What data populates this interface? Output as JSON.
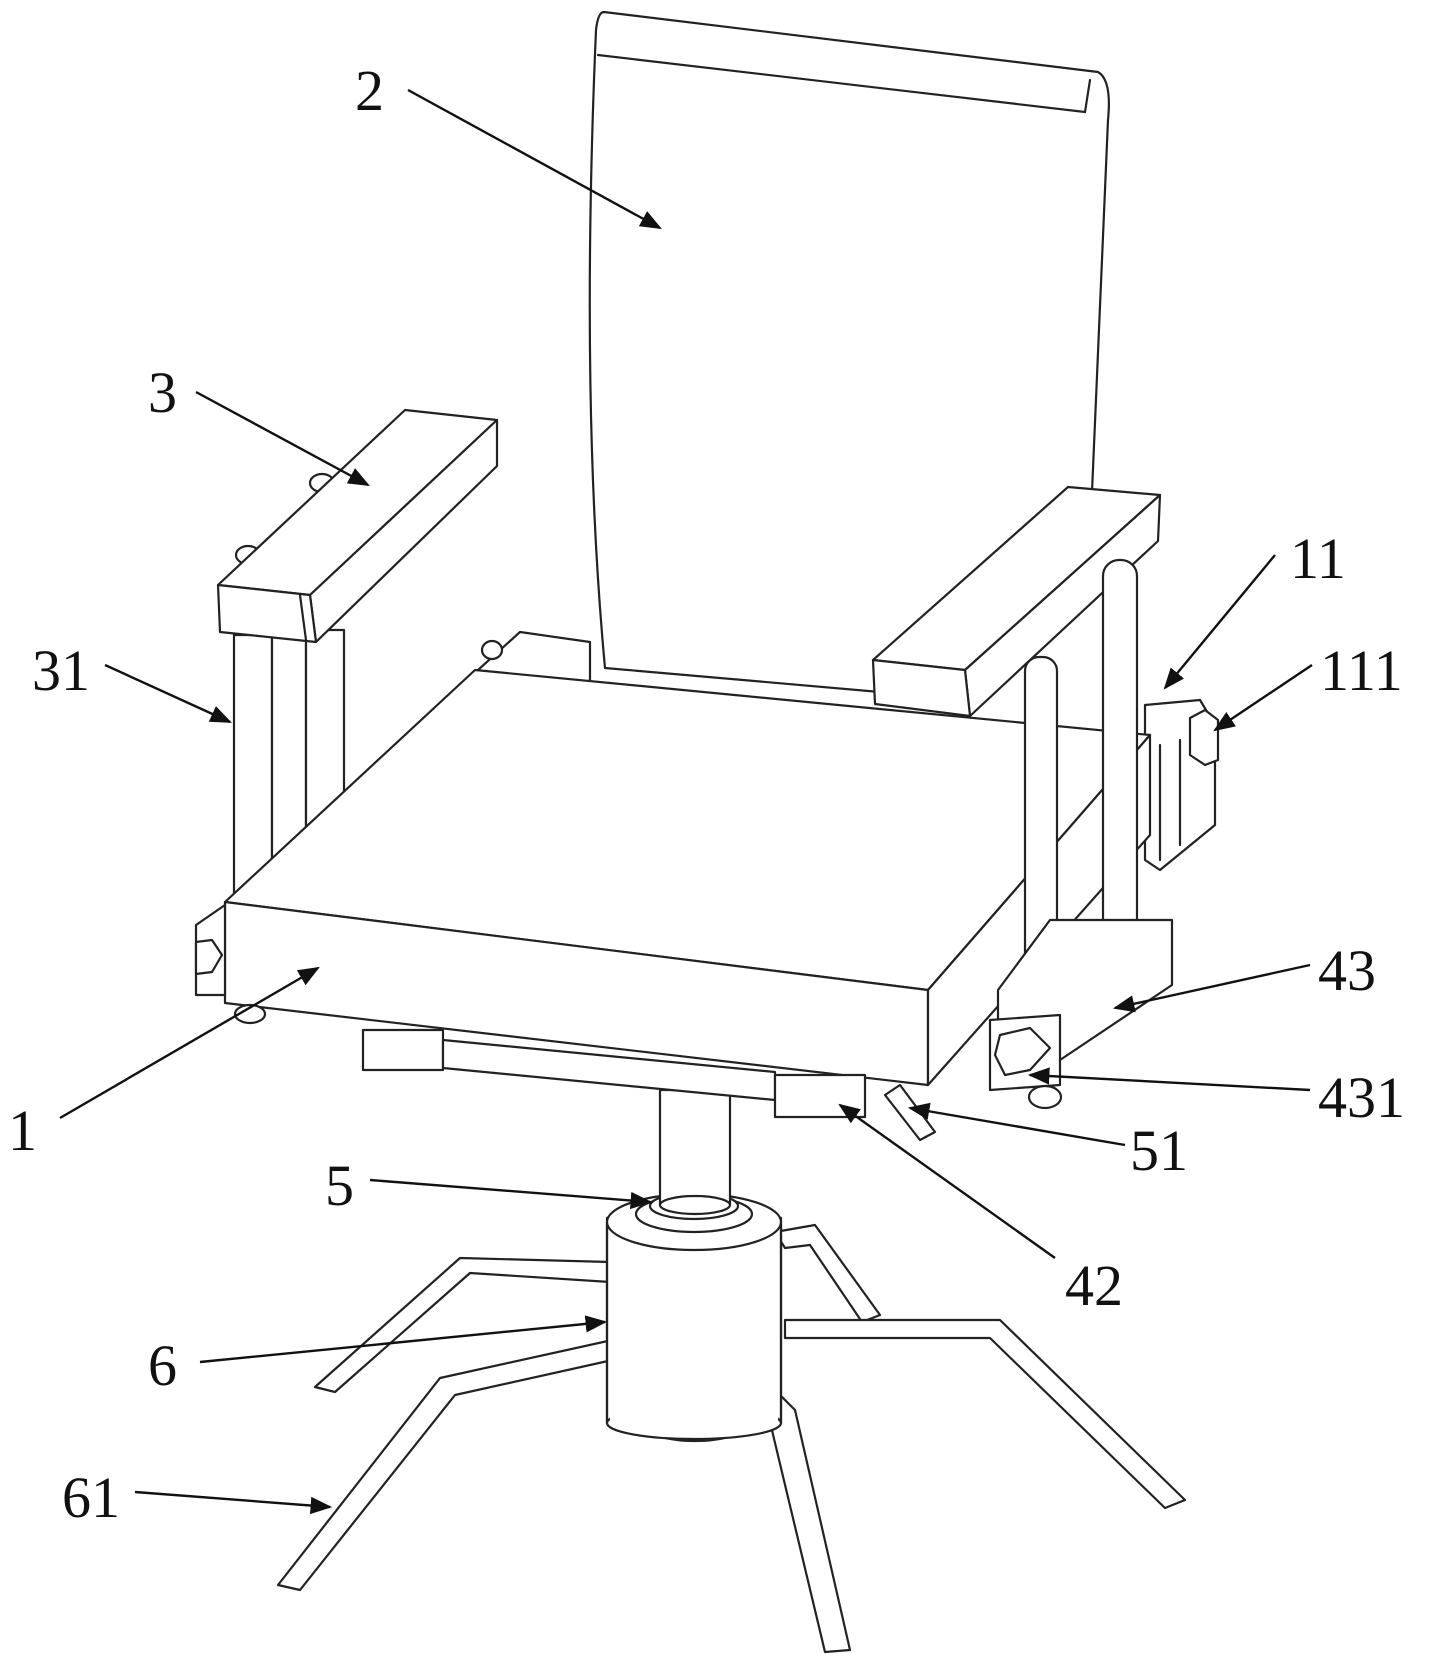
{
  "figure": {
    "labels": [
      {
        "id": "back",
        "text": "2"
      },
      {
        "id": "armrest",
        "text": "3"
      },
      {
        "id": "armrest_post",
        "text": "31"
      },
      {
        "id": "side_part",
        "text": "11"
      },
      {
        "id": "bolt",
        "text": "111"
      },
      {
        "id": "clamp_block",
        "text": "43"
      },
      {
        "id": "clamp_bolt",
        "text": "431"
      },
      {
        "id": "seat",
        "text": "1"
      },
      {
        "id": "lever",
        "text": "51"
      },
      {
        "id": "column",
        "text": "5"
      },
      {
        "id": "bracket",
        "text": "42"
      },
      {
        "id": "hub",
        "text": "6"
      },
      {
        "id": "leg",
        "text": "61"
      }
    ]
  }
}
